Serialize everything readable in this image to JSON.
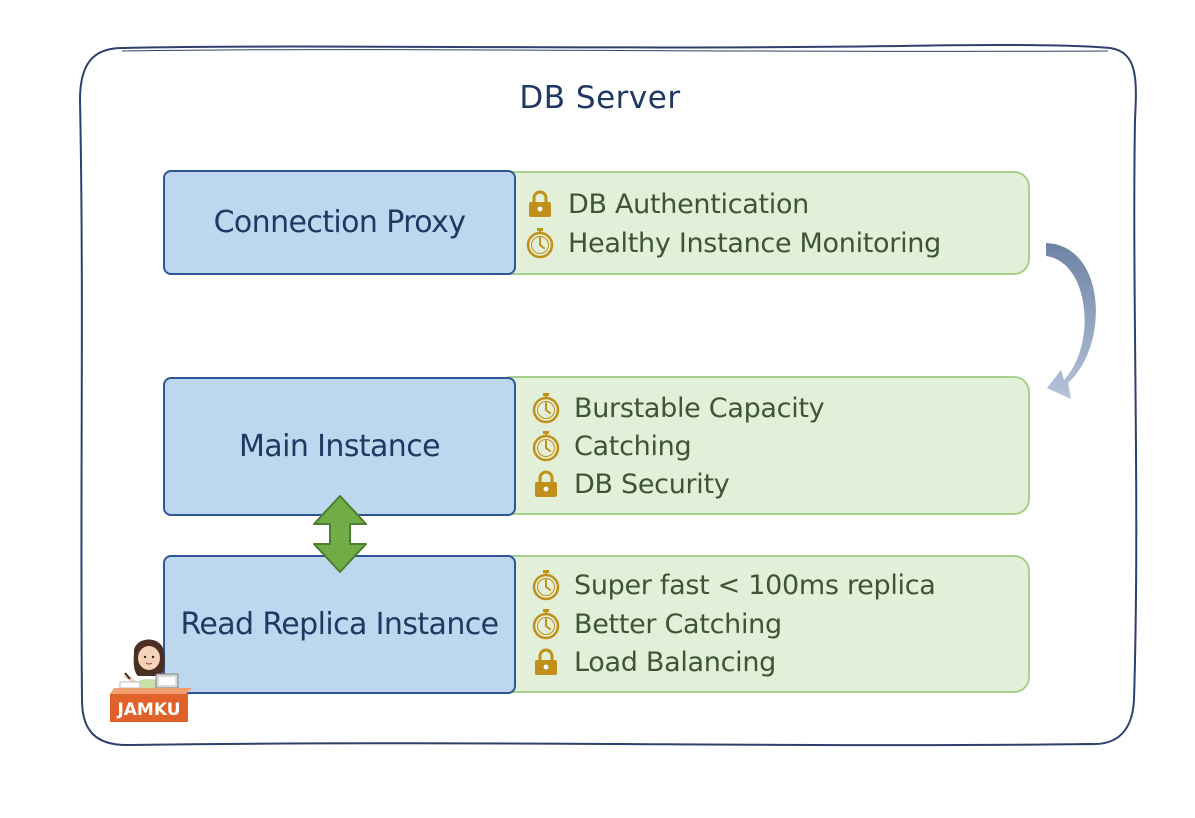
{
  "server": {
    "title": "DB Server"
  },
  "components": [
    {
      "label": "Connection Proxy",
      "features": [
        {
          "icon": "lock-icon",
          "text": "DB Authentication"
        },
        {
          "icon": "stopwatch-icon",
          "text": "Healthy Instance Monitoring"
        }
      ]
    },
    {
      "label": "Main Instance",
      "features": [
        {
          "icon": "stopwatch-icon",
          "text": "Burstable Capacity"
        },
        {
          "icon": "stopwatch-icon",
          "text": "Catching"
        },
        {
          "icon": "lock-icon",
          "text": "DB Security"
        }
      ]
    },
    {
      "label": "Read Replica Instance",
      "features": [
        {
          "icon": "stopwatch-icon",
          "text": "Super fast < 100ms replica"
        },
        {
          "icon": "stopwatch-icon",
          "text": "Better Catching"
        },
        {
          "icon": "lock-icon",
          "text": "Load Balancing"
        }
      ]
    }
  ],
  "logo": {
    "text": "JAMKU"
  },
  "colors": {
    "server_border": "#2f3f6e",
    "box_fill": "#bdd7ee",
    "box_border": "#2f5597",
    "panel_fill": "#e2efd9",
    "panel_border": "#a9d18e",
    "icon": "#c0901a",
    "sync_arrow": "#70ad47",
    "curved_arrow": "#8fa3bf"
  }
}
